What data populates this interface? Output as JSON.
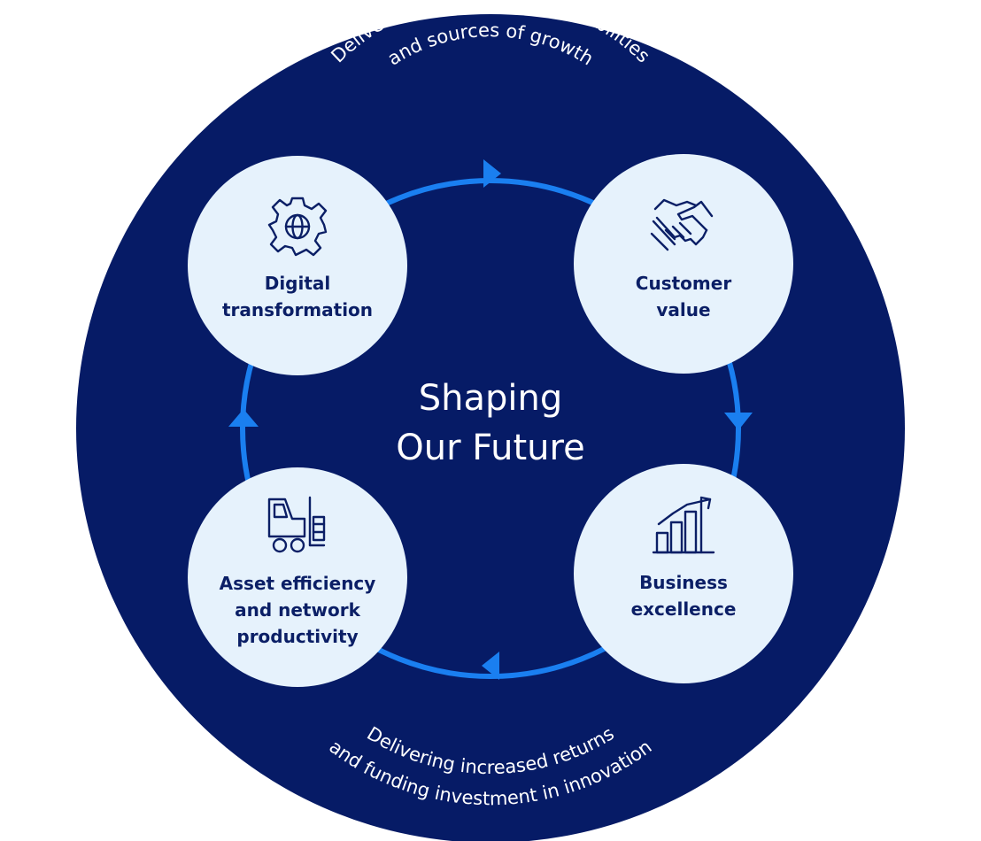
{
  "diagram": {
    "center_title": [
      "Shaping",
      "Our Future"
    ],
    "top_caption": [
      "Delivering new business capabilities",
      "and sources of growth"
    ],
    "bottom_caption": [
      "Delivering increased returns",
      "and funding investment in innovation"
    ],
    "nodes": [
      {
        "id": "digital",
        "icon": "gear-globe-icon",
        "label": [
          "Digital",
          "transformation"
        ]
      },
      {
        "id": "customer",
        "icon": "handshake-icon",
        "label": [
          "Customer",
          "value"
        ]
      },
      {
        "id": "business",
        "icon": "growth-bar-chart-icon",
        "label": [
          "Business",
          "excellence"
        ]
      },
      {
        "id": "asset",
        "icon": "forklift-icon",
        "label": [
          "Asset efficiency",
          "and network",
          "productivity"
        ]
      }
    ],
    "colors": {
      "outer_circle": "#061b66",
      "node_fill": "#e6f2fc",
      "node_text": "#0b1f66",
      "cycle_ring": "#1a7ff0",
      "caption_text": "#ffffff"
    }
  }
}
